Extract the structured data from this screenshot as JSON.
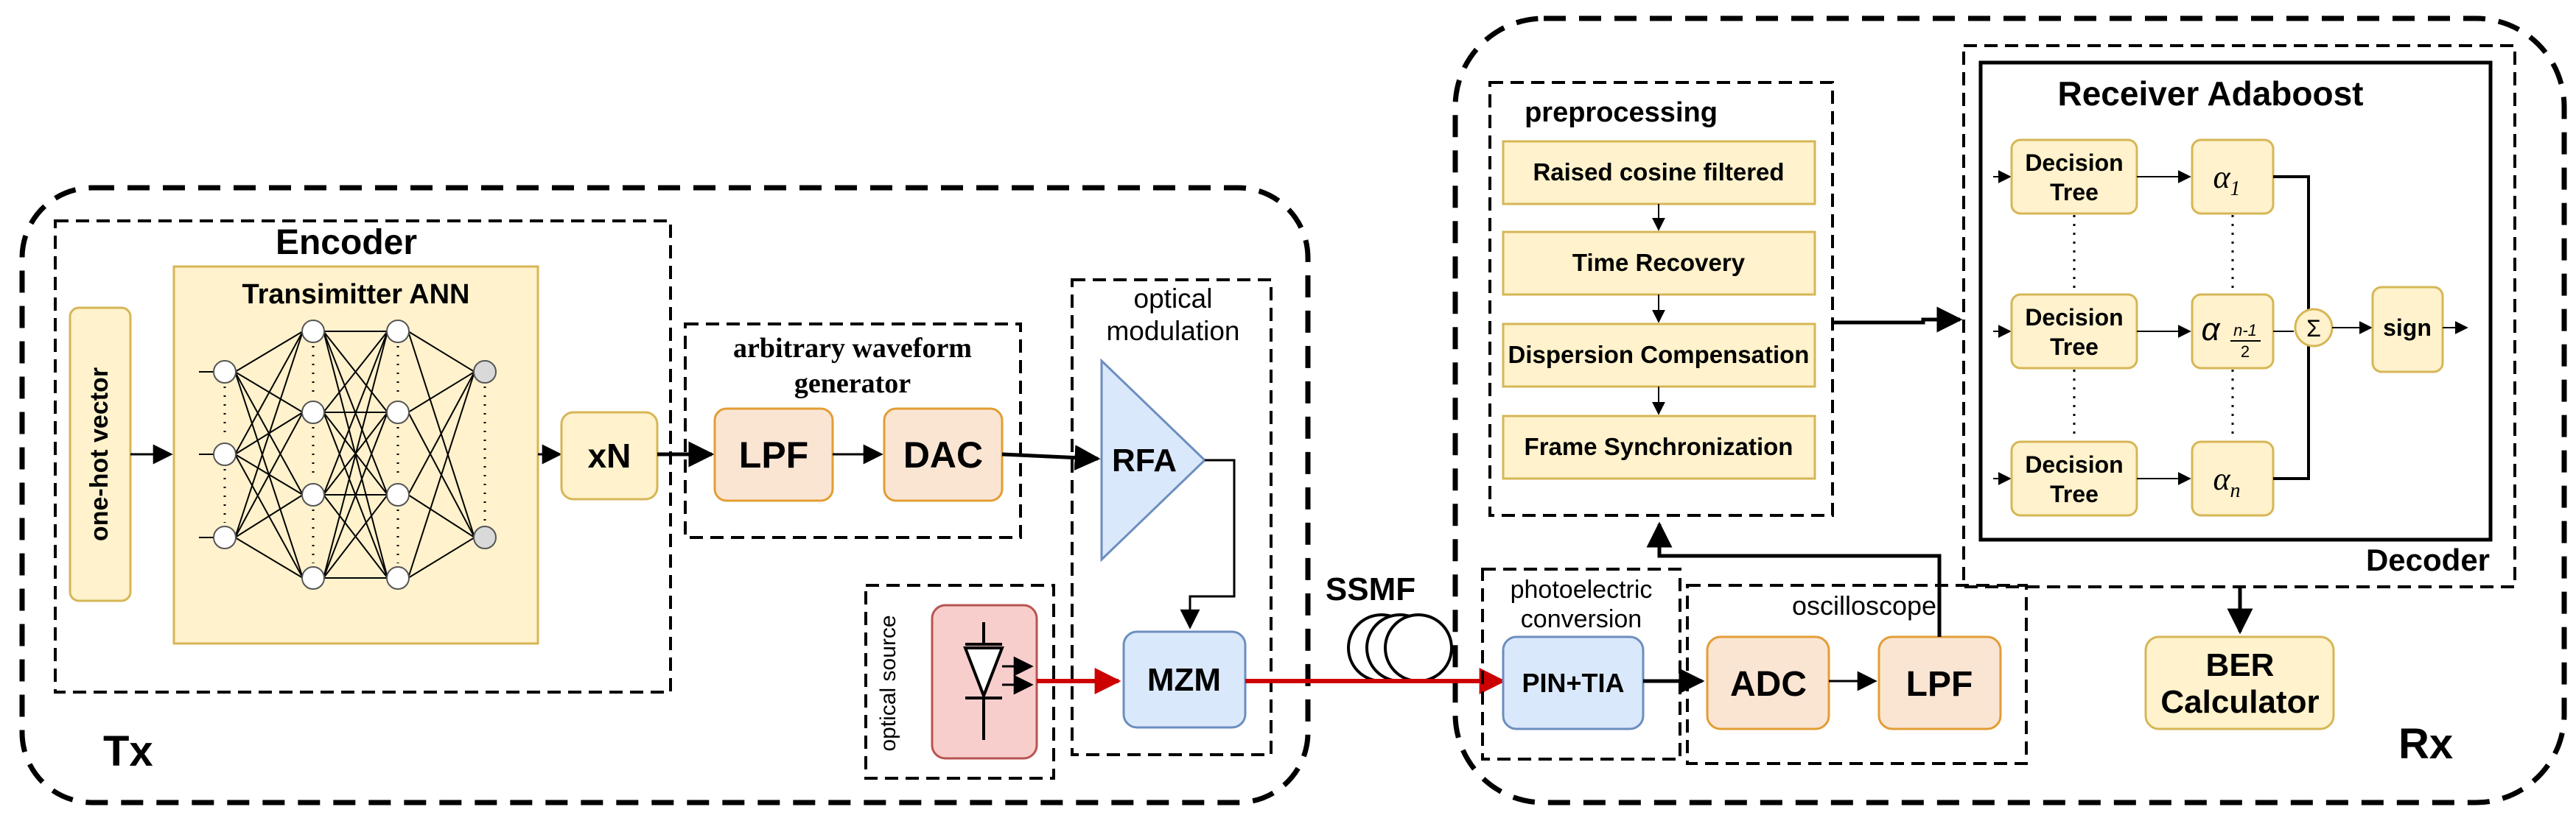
{
  "tx": {
    "label": "Tx",
    "encoder": {
      "title": "Encoder",
      "input": "one-hot vector",
      "ann_title": "Transimitter ANN"
    },
    "xn": "xN",
    "awg": {
      "title_line1": "arbitrary waveform",
      "title_line2": "generator",
      "lpf": "LPF",
      "dac": "DAC"
    },
    "modulation": {
      "title_line1": "optical",
      "title_line2": "modulation",
      "rfa": "RFA",
      "mzm": "MZM"
    },
    "optical_source": "optical source"
  },
  "channel": {
    "ssmf": "SSMF"
  },
  "rx": {
    "label": "Rx",
    "preprocessing": {
      "title": "preprocessing",
      "steps": [
        "Raised cosine filtered",
        "Time Recovery",
        "Dispersion Compensation",
        "Frame Synchronization"
      ]
    },
    "photoelectric": {
      "title_line1": "photoelectric",
      "title_line2": "conversion",
      "pin_tia": "PIN+TIA"
    },
    "oscilloscope": {
      "title": "oscilloscope",
      "adc": "ADC",
      "lpf": "LPF"
    },
    "decoder": {
      "label": "Decoder",
      "adaboost_title": "Receiver Adaboost",
      "tree_line1": "Decision",
      "tree_line2": "Tree",
      "alpha": "α",
      "alpha_subscripts": [
        "1",
        "n-1",
        "2",
        "n"
      ],
      "sum_symbol": "Σ",
      "sign": "sign"
    },
    "ber": {
      "line1": "BER",
      "line2": "Calculator"
    }
  },
  "colors": {
    "yellow_fill": "#FFF2CC",
    "yellow_stroke": "#D6B656",
    "orange_fill": "#FAE5D3",
    "orange_stroke": "#E39D34",
    "blue_fill": "#DAE8FC",
    "blue_stroke": "#6C8EBF",
    "red_fill": "#F8CECC",
    "red_stroke": "#B85450",
    "optical_link": "#CC0000"
  }
}
